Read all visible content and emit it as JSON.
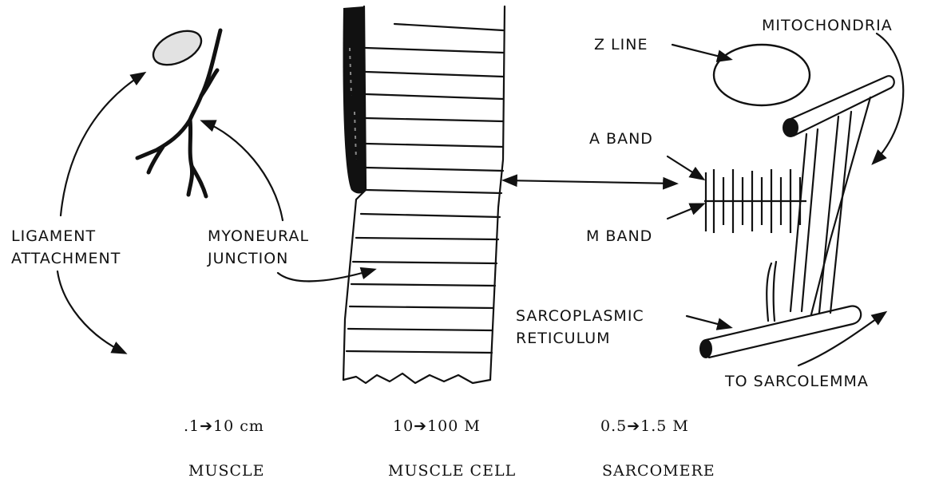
{
  "labels": {
    "z_line": "Z LINE",
    "mitochondria": "MITOCHONDRIA",
    "a_band": "A BAND",
    "m_band": "M BAND",
    "ligament_1": "LIGAMENT",
    "ligament_2": "ATTACHMENT",
    "myoneural_1": "MYONEURAL",
    "myoneural_2": "JUNCTION",
    "sarco_1": "SARCOPLASMIC",
    "sarco_2": "RETICULUM",
    "to_sarcolemma": "TO SARCOLEMMA"
  },
  "scales": {
    "muscle": ".1➔10 cm",
    "cell": "10➔100 M",
    "sarcomere": "0.5➔1.5 M"
  },
  "captions": {
    "muscle": "MUSCLE",
    "cell": "MUSCLE CELL",
    "sarcomere": "SARCOMERE"
  }
}
